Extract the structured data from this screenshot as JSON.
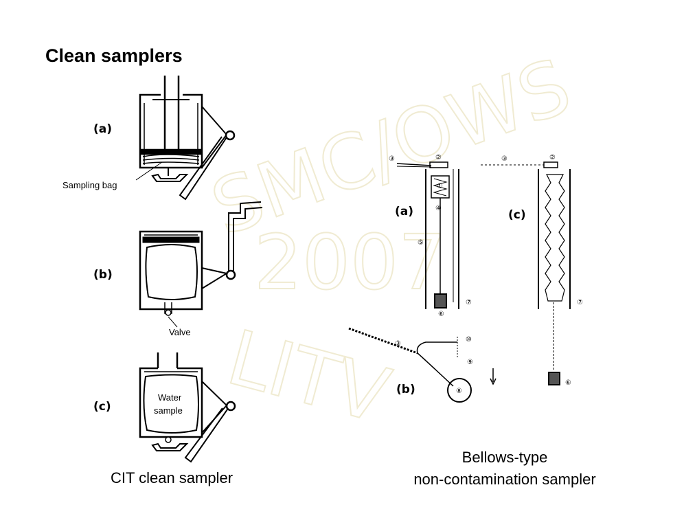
{
  "title": "Clean samplers",
  "left": {
    "sub_a": "(a)",
    "sub_b": "(b)",
    "sub_c": "(c)",
    "sampling_bag": "Sampling bag",
    "valve": "Valve",
    "water_line1": "Water",
    "water_line2": "sample",
    "caption": "CIT clean sampler"
  },
  "right": {
    "sub_a": "(a)",
    "sub_b": "(b)",
    "sub_c": "(c)",
    "caption_line1": "Bellows-type",
    "caption_line2": "non-contamination sampler",
    "n1": "①",
    "n2": "②",
    "n3": "③",
    "n4": "④",
    "n5": "⑤",
    "n6": "⑥",
    "n7": "⑦",
    "n8": "⑧",
    "n9": "⑨",
    "n10": "⑩"
  },
  "watermark": {
    "line1": "SMC/OWS",
    "line2": "2007",
    "line3": "LITV"
  }
}
